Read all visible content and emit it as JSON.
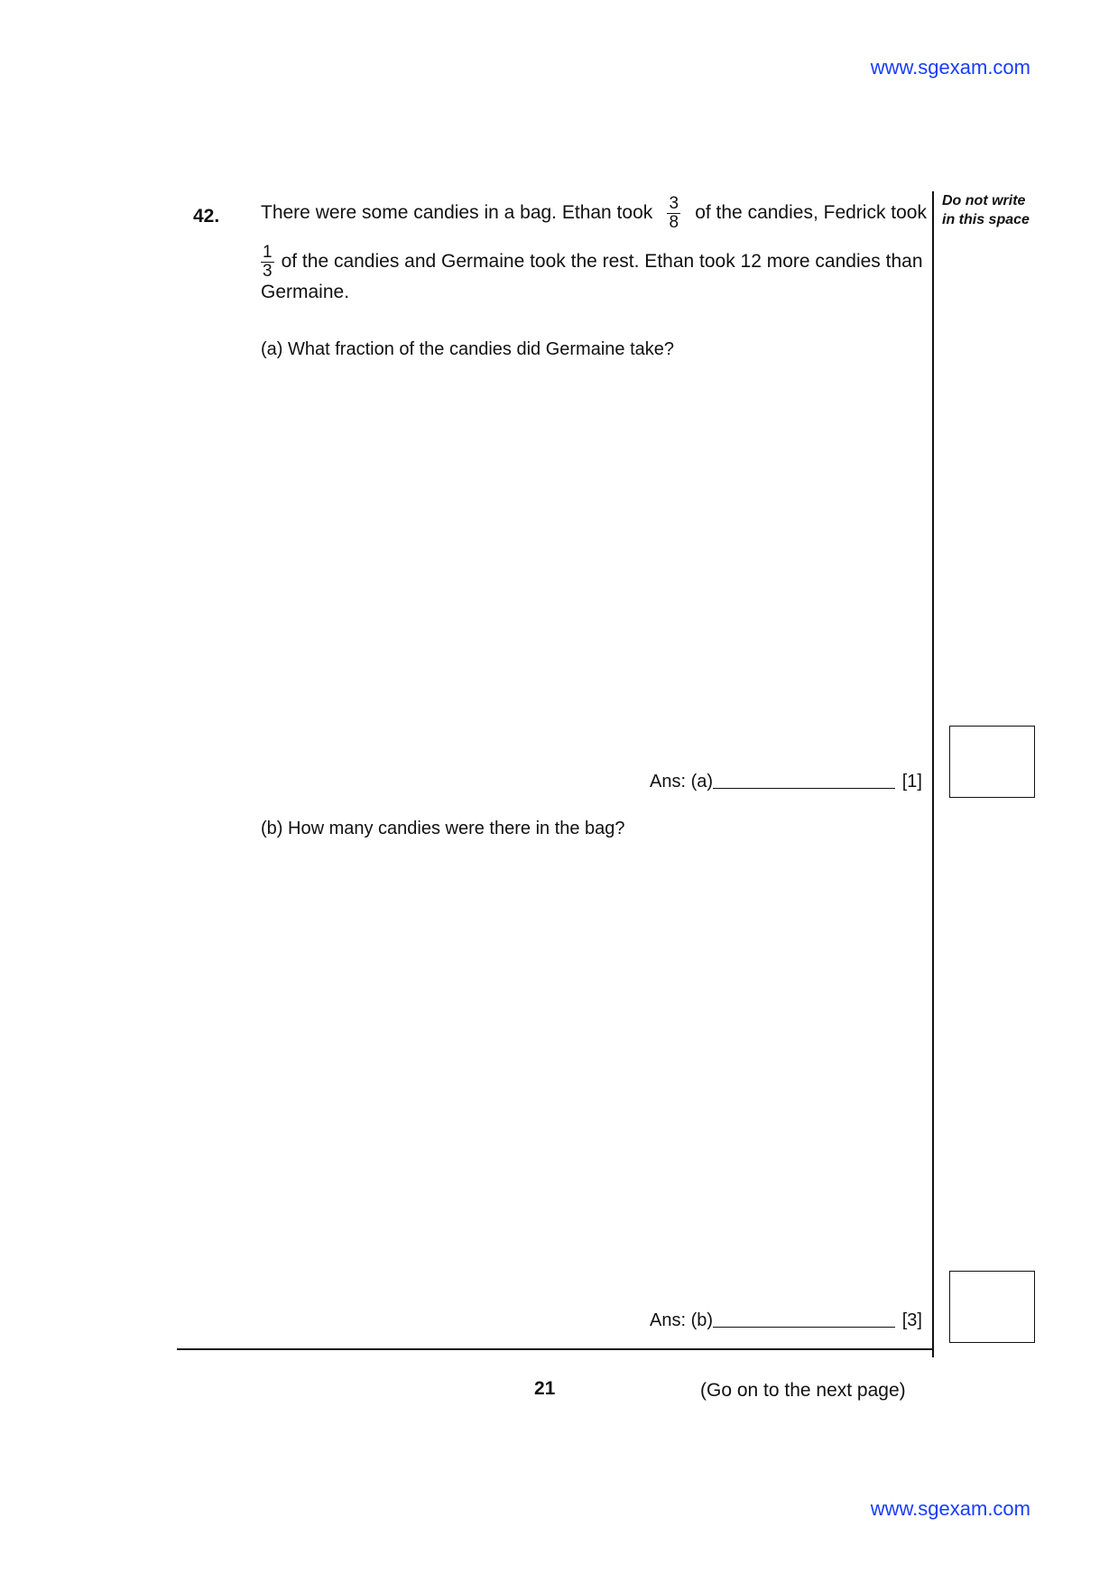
{
  "watermark": "www.sgexam.com",
  "question": {
    "number": "42.",
    "line1_before": "There were some candies in a bag. Ethan took",
    "frac1_num": "3",
    "frac1_den": "8",
    "line1_after": "of the candies, Fedrick took",
    "frac2_num": "1",
    "frac2_den": "3",
    "line2_after": "of the candies and Germaine took the rest. Ethan took 12 more candies than",
    "line3": "Germaine."
  },
  "part_a": {
    "question": "(a) What fraction of the candies did Germaine take?",
    "answer_label": "Ans: (a)",
    "marks": "[1]"
  },
  "part_b": {
    "question": "(b) How many candies were there in the bag?",
    "answer_label": "Ans: (b)",
    "marks": "[3]"
  },
  "margin_note": {
    "line1": "Do not write",
    "line2": "in this space"
  },
  "footer": {
    "page_number": "21",
    "next_page": "(Go on to the next page)"
  }
}
